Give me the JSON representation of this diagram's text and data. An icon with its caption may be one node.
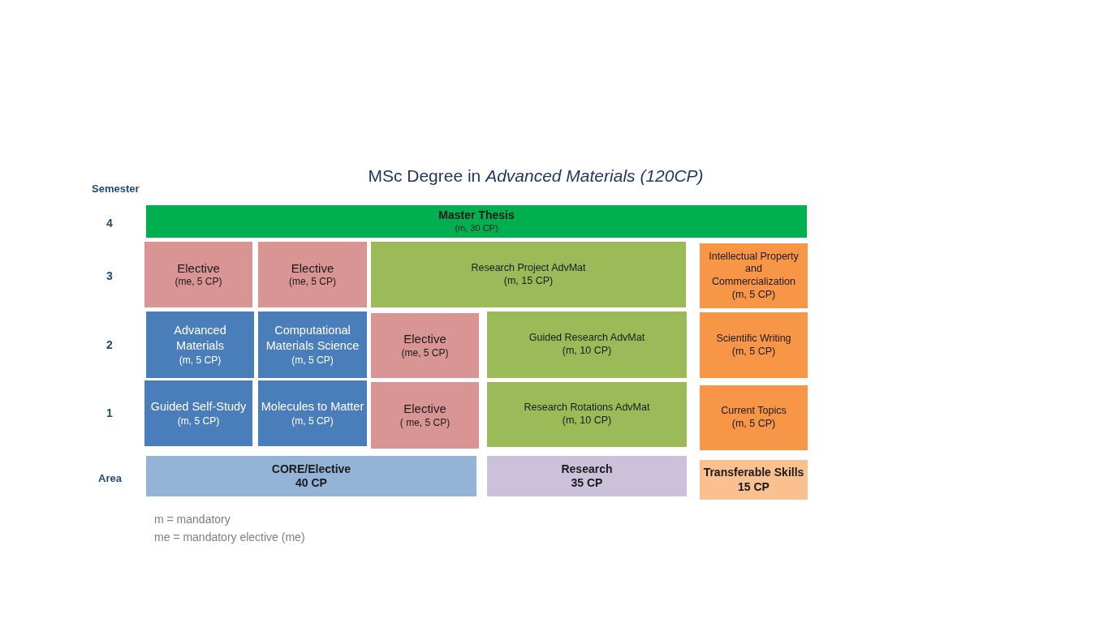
{
  "diagram": {
    "title": "MSc Degree in *Advanced Materials (120CP)*",
    "nodes": [
      {
        "text": [
          "Master Thesis",
          "(m, 30 CP)"
        ]
      },
      {
        "text": [
          "Elective",
          "(me, 5 CP)"
        ]
      },
      {
        "text": [
          "Elective",
          "(me, 5 CP)"
        ]
      },
      {
        "text": [
          "Research Project AdvMat",
          "(m, 15 CP)"
        ]
      },
      {
        "text": [
          "Intellectual Property and Commercialization",
          "(m, 5 CP)"
        ]
      },
      {
        "text": [
          "Advanced Materials",
          "(m, 5 CP)"
        ]
      },
      {
        "text": [
          "Computational Materials Science",
          "(m, 5 CP)"
        ]
      },
      {
        "text": [
          "Elective",
          "(me, 5 CP)"
        ]
      },
      {
        "text": [
          "Guided Research AdvMat",
          "(m, 10 CP)"
        ]
      },
      {
        "text": [
          "Scientific Writing",
          "(m, 5 CP)"
        ]
      },
      {
        "text": [
          "Guided Self-Study",
          "(m, 5 CP)"
        ]
      },
      {
        "text": [
          "Molecules to Matter",
          "(m, 5 CP)"
        ]
      },
      {
        "text": [
          "Elective",
          "( me, 5 CP)"
        ]
      },
      {
        "text": [
          "Research Rotations AdvMat",
          "(m, 10 CP)"
        ]
      },
      {
        "text": [
          "Current Topics",
          "(m, 5 CP)"
        ]
      },
      {
        "text": [
          "CORE/Elective",
          "40 CP"
        ]
      },
      {
        "text": [
          "Research",
          "35 CP"
        ]
      },
      {
        "text": [
          "Transferable Skills",
          "15 CP"
        ]
      }
    ],
    "edges": [],
    "labels": [
      "Semester",
      "4",
      "3",
      "2",
      "1",
      "Area",
      "m = mandatory",
      "me = mandatory elective (me)"
    ]
  }
}
